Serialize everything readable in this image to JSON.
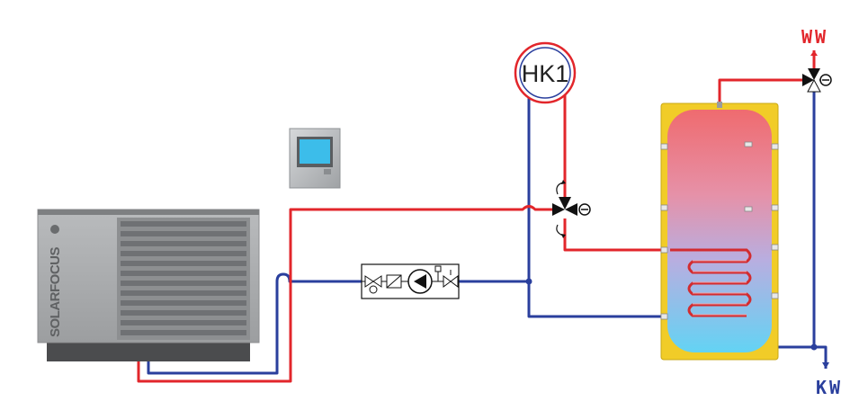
{
  "labels": {
    "hot_water": "WW",
    "cold_water": "KW",
    "heating_circuit": "HK1",
    "brand": "SOLARFOCUS"
  },
  "colors": {
    "supply_pipe": "#e2262b",
    "return_pipe": "#2a3f9d",
    "tank_insulation": "#f1cc28",
    "heat_pump_body": "#a8aaac",
    "controller_screen": "#3cbdea"
  },
  "components": [
    "heat-pump",
    "controller-display",
    "pump-group",
    "heating-circuit-hk1",
    "mixing-valve",
    "hot-water-tank",
    "thermostatic-mixing-valve"
  ]
}
